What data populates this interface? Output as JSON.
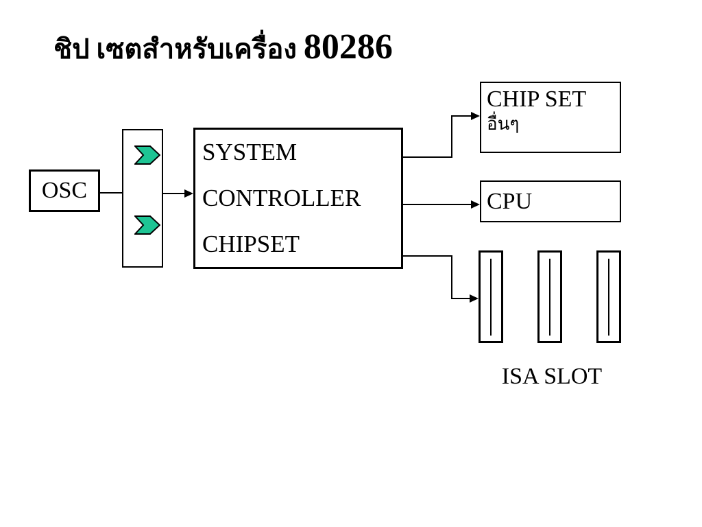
{
  "title": {
    "thai": "ชิป เซตสำหรับเครื่อง",
    "number": "80286"
  },
  "osc": {
    "label": "OSC"
  },
  "system": {
    "line1": "SYSTEM",
    "line2": "CONTROLLER",
    "line3": "CHIPSET"
  },
  "chipset_other": {
    "title": "CHIP SET",
    "subtitle": "อื่นๆ"
  },
  "cpu": {
    "label": "CPU"
  },
  "isa": {
    "label": "ISA SLOT",
    "slot_count": 3
  },
  "colors": {
    "background": "#FFFFFF",
    "line": "#000000",
    "accent_green": "#1EC494"
  }
}
